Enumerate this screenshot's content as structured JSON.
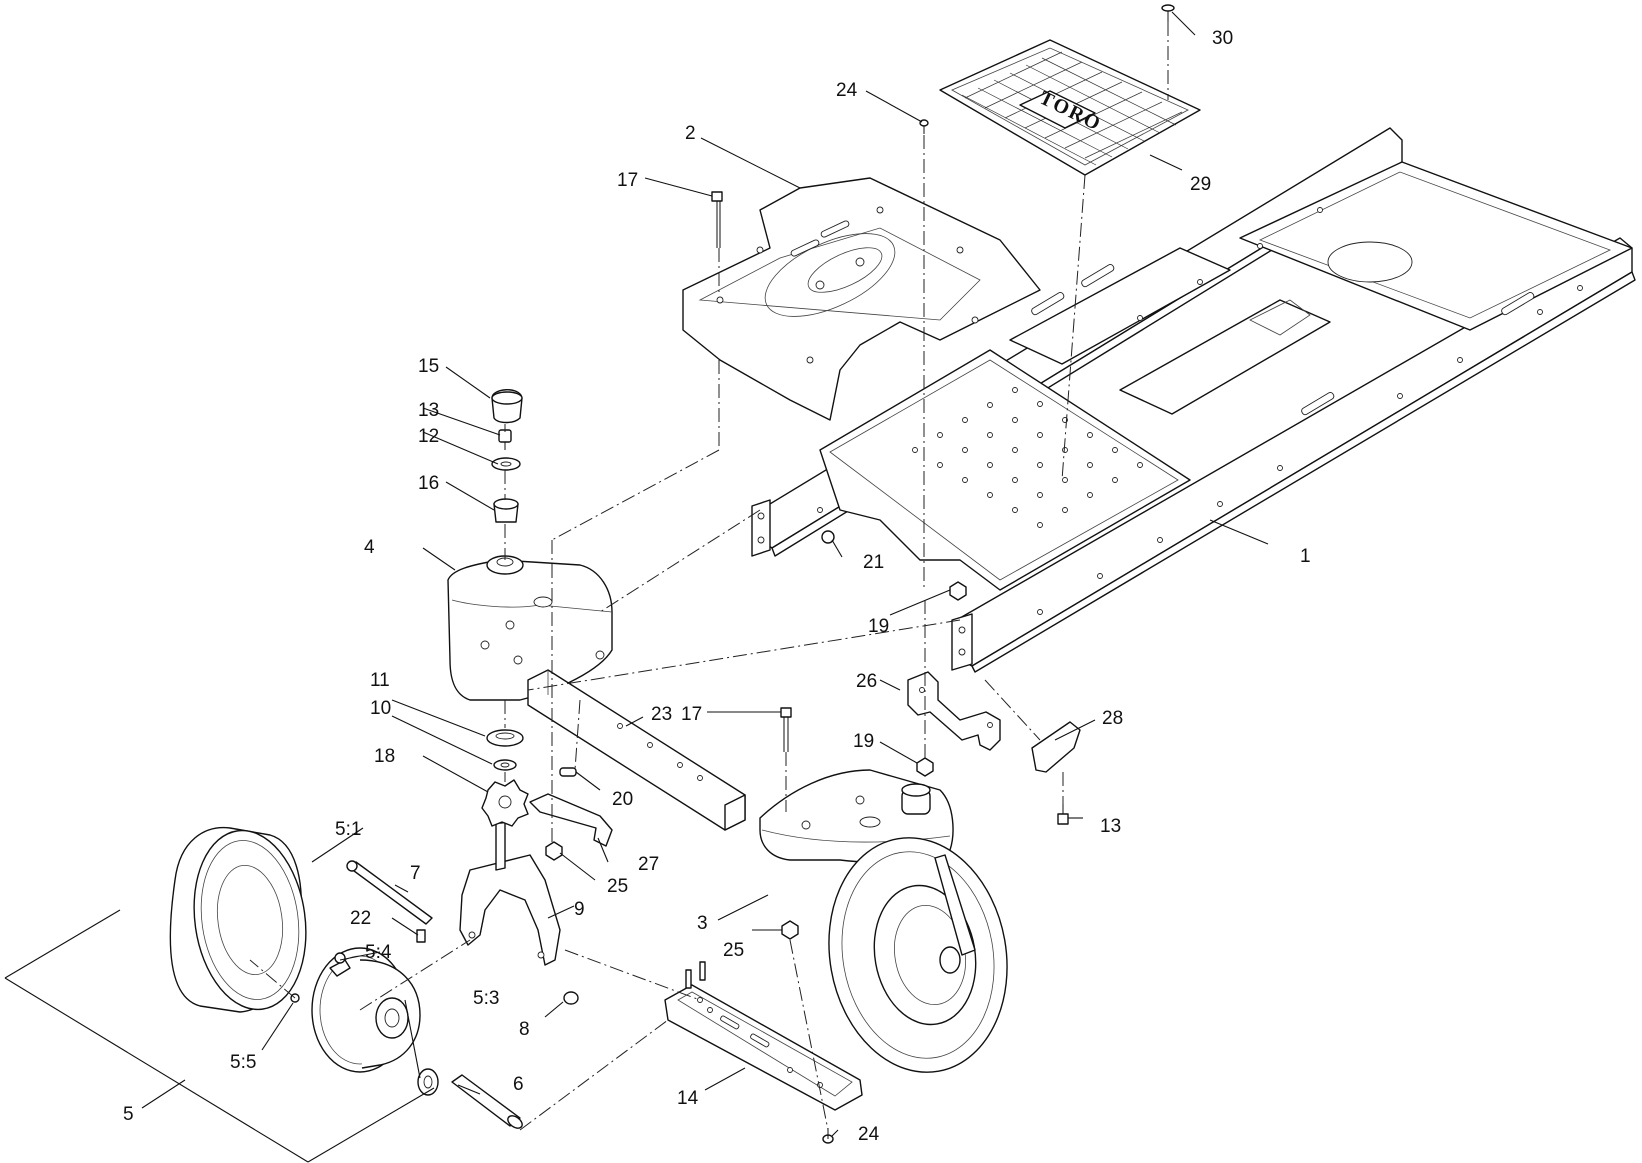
{
  "diagram": {
    "brand_mark": "TORO",
    "callouts": [
      {
        "id": "c1",
        "label": "1"
      },
      {
        "id": "c2",
        "label": "2"
      },
      {
        "id": "c3",
        "label": "3"
      },
      {
        "id": "c4",
        "label": "4"
      },
      {
        "id": "c5",
        "label": "5"
      },
      {
        "id": "c5-1",
        "label": "5:1"
      },
      {
        "id": "c5-3",
        "label": "5:3"
      },
      {
        "id": "c5-4",
        "label": "5:4"
      },
      {
        "id": "c5-5",
        "label": "5:5"
      },
      {
        "id": "c6",
        "label": "6"
      },
      {
        "id": "c7",
        "label": "7"
      },
      {
        "id": "c8",
        "label": "8"
      },
      {
        "id": "c9",
        "label": "9"
      },
      {
        "id": "c10",
        "label": "10"
      },
      {
        "id": "c11",
        "label": "11"
      },
      {
        "id": "c12",
        "label": "12"
      },
      {
        "id": "c13a",
        "label": "13"
      },
      {
        "id": "c13b",
        "label": "13"
      },
      {
        "id": "c14",
        "label": "14"
      },
      {
        "id": "c15",
        "label": "15"
      },
      {
        "id": "c16",
        "label": "16"
      },
      {
        "id": "c17a",
        "label": "17"
      },
      {
        "id": "c17b",
        "label": "17"
      },
      {
        "id": "c18",
        "label": "18"
      },
      {
        "id": "c19a",
        "label": "19"
      },
      {
        "id": "c19b",
        "label": "19"
      },
      {
        "id": "c20",
        "label": "20"
      },
      {
        "id": "c21",
        "label": "21"
      },
      {
        "id": "c22",
        "label": "22"
      },
      {
        "id": "c23",
        "label": "23"
      },
      {
        "id": "c24a",
        "label": "24"
      },
      {
        "id": "c24b",
        "label": "24"
      },
      {
        "id": "c25a",
        "label": "25"
      },
      {
        "id": "c25b",
        "label": "25"
      },
      {
        "id": "c26",
        "label": "26"
      },
      {
        "id": "c27",
        "label": "27"
      },
      {
        "id": "c28",
        "label": "28"
      },
      {
        "id": "c29",
        "label": "29"
      },
      {
        "id": "c30",
        "label": "30"
      }
    ]
  }
}
